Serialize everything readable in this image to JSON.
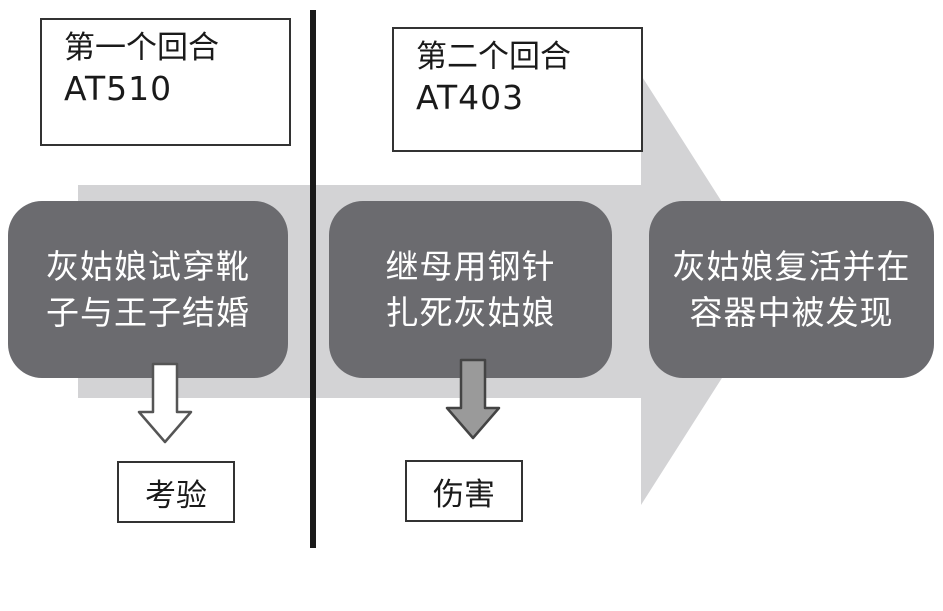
{
  "colors": {
    "flow_arrow": "#d3d3d5",
    "event_box": "#6b6b6f",
    "divider": "#1a1a1a",
    "down_arrow_hollow": "#ffffff",
    "down_arrow_filled": "#9a9a9a"
  },
  "rounds": [
    {
      "title": "第一个回合",
      "code": "AT510"
    },
    {
      "title": "第二个回合",
      "code": "AT403"
    }
  ],
  "events": [
    {
      "lines": [
        "灰姑娘试穿靴",
        "子与王子结婚"
      ]
    },
    {
      "lines": [
        "继母用钢针",
        "扎死灰姑娘"
      ]
    },
    {
      "lines": [
        "灰姑娘复活并在",
        "容器中被发现"
      ]
    }
  ],
  "outcomes": [
    {
      "label": "考验",
      "icon": "hollow-down-arrow-icon"
    },
    {
      "label": "伤害",
      "icon": "filled-down-arrow-icon"
    }
  ]
}
